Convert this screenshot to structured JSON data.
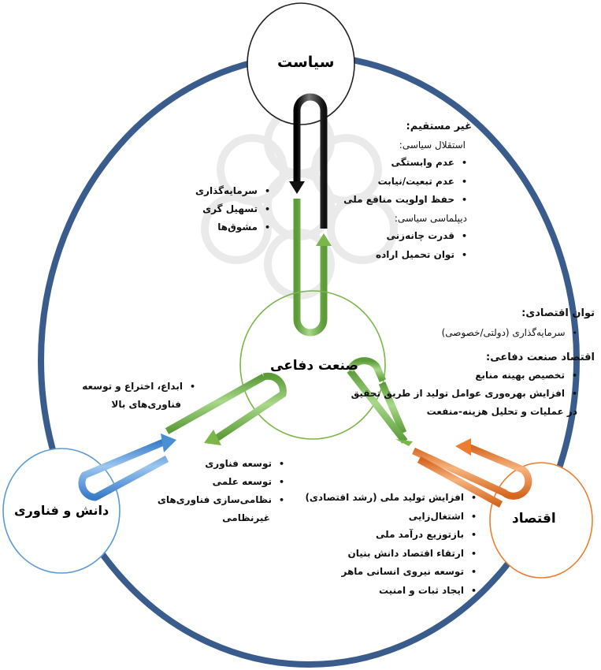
{
  "nodes": {
    "politics": "سیاست",
    "defense_industry": "صنعت دفاعی",
    "economy": "اقتصاد",
    "science_tech": "دانش و فناوری"
  },
  "politics_to_industry": {
    "items": [
      "سرمایه‌گذاری",
      "تسهیل گری",
      "مشوق‌ها"
    ]
  },
  "industry_to_politics": {
    "heading": "غیر مستقیم:",
    "group1_title": "استقلال سیاسی:",
    "group1_items": [
      "عدم وابستگی",
      "عدم تبعیت/نیابت",
      "حفظ اولویت منافع ملی"
    ],
    "group2_title": "دیپلماسی سیاسی:",
    "group2_items": [
      "قدرت چانه‌زنی",
      "توان تحمیل اراده"
    ]
  },
  "economy_to_industry": {
    "title": "توان اقتصادی:",
    "items": [
      "سرمایه‌گذاری (دولتی/خصوصی)"
    ]
  },
  "industry_economics": {
    "title": "اقتصاد صنعت دفاعی:",
    "item1": "تخصیص بهینه منابع",
    "item2_line1": "افزایش بهره‌وری عوامل تولید از طریق تحقیق",
    "item2_line2": "در عملیات و تحلیل هزینه-منفعت"
  },
  "industry_to_economy": {
    "items": [
      "افزایش تولید ملی (رشد اقتصادی)",
      "اشتغال‌زایی",
      "بازتوزیع درآمد ملی",
      "ارتقاء اقتصاد دانش بنیان",
      "توسعه نیروی انسانی ماهر",
      "ایجاد ثبات و امنیت"
    ]
  },
  "science_to_industry": {
    "item_line1": "ابداع، اختراع و توسعه",
    "item_line2": "فناوری‌های بالا"
  },
  "industry_to_science": {
    "items": [
      "توسعه فناوری",
      "توسعه علمی",
      "نظامی‌سازی فناوری‌های"
    ],
    "item3_cont": "غیرنظامی"
  },
  "colors": {
    "outer_circle": "#3a5c8c",
    "politics_arrow": "#1a1a1a",
    "industry_arrow": "#7ab648",
    "industry_circle": "#7ab648",
    "economy_arrow": "#ed7d31",
    "economy_circle": "#ed7d31",
    "science_arrow": "#4a8fd4",
    "science_circle": "#5b9bd5"
  }
}
